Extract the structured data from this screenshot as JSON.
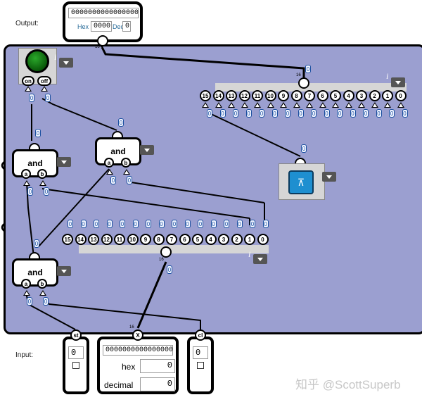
{
  "labels": {
    "output": "Output:",
    "input": "Input:",
    "on": "on",
    "off": "off",
    "and": "and",
    "bus16": "16",
    "info": "i"
  },
  "output_box": {
    "bits": "0000000000000000",
    "hex_label": "Hex",
    "hex_value": "0000",
    "dec_label": "Dec",
    "dec_value": "0"
  },
  "wire_values": {
    "v0": "0"
  },
  "bit_labels": [
    "15",
    "14",
    "13",
    "12",
    "11",
    "10",
    "9",
    "8",
    "7",
    "6",
    "5",
    "4",
    "3",
    "2",
    "1",
    "0"
  ],
  "inputs": {
    "st": {
      "name": "st",
      "value": "0"
    },
    "x": {
      "name": "X",
      "bits": "0000000000000000",
      "hex_label": "hex",
      "hex_value": "0",
      "dec_label": "decimal",
      "dec_value": "0"
    },
    "cl": {
      "name": "cl",
      "value": "0"
    }
  },
  "led": {
    "color": "#0a5a0a"
  },
  "key": {
    "glyph": "⊼",
    "color": "#1e8fd0"
  },
  "watermark": "知乎 @ScottSuperb"
}
